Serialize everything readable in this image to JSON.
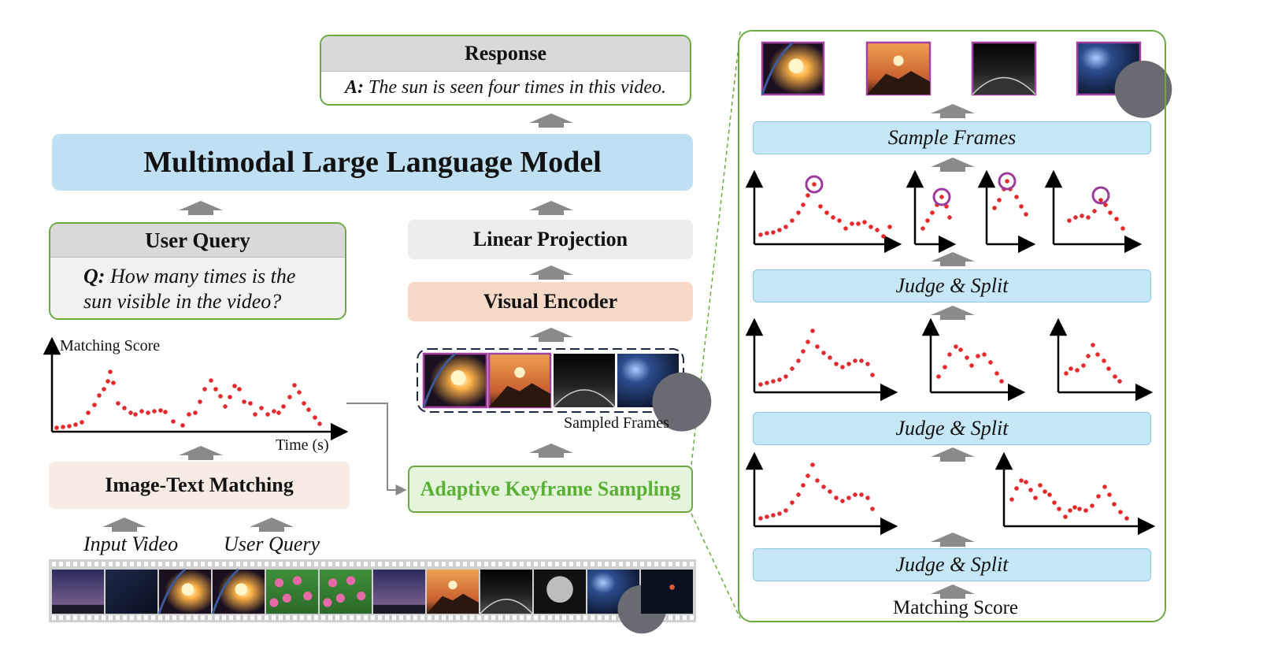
{
  "response": {
    "title": "Response",
    "answer_prefix": "A:",
    "answer_text": " The sun is seen four times in this video."
  },
  "mllm": {
    "label": "Multimodal Large Language Model"
  },
  "user_query": {
    "title": "User Query",
    "question_prefix": "Q:",
    "question_line1": " How many times is the",
    "question_line2": "sun visible in the video?"
  },
  "plot": {
    "ylabel": "Matching Score",
    "xlabel": "Time (s)"
  },
  "image_text_matching": {
    "label": "Image-Text Matching"
  },
  "inputs": {
    "video": "Input Video",
    "query": "User Query"
  },
  "linear_projection": {
    "label": "Linear Projection"
  },
  "visual_encoder": {
    "label": "Visual Encoder"
  },
  "sampled_frames": {
    "label": "Sampled Frames"
  },
  "adaptive": {
    "label": "Adaptive Keyframe Sampling"
  },
  "right_panel": {
    "sample_frames": "Sample Frames",
    "judge_split_1": "Judge & Split",
    "judge_split_2": "Judge & Split",
    "judge_split_3": "Judge & Split",
    "matching_score": "Matching Score"
  },
  "colors": {
    "green_border": "#6aaa3f",
    "light_blue": "#c6e7f7",
    "mllm_blue": "#bfe0f2",
    "salmon": "#f7d9c7",
    "light_salmon": "#f8ebe3",
    "grey_header": "#d9d9d9",
    "light_grey": "#ececec",
    "adaptive_green_text": "#5ab033",
    "adaptive_green_bg": "#e4f5dc",
    "dot_red": "#e42a2a",
    "circle_purple": "#9b3a9a",
    "frame_purple": "#a4409f"
  }
}
